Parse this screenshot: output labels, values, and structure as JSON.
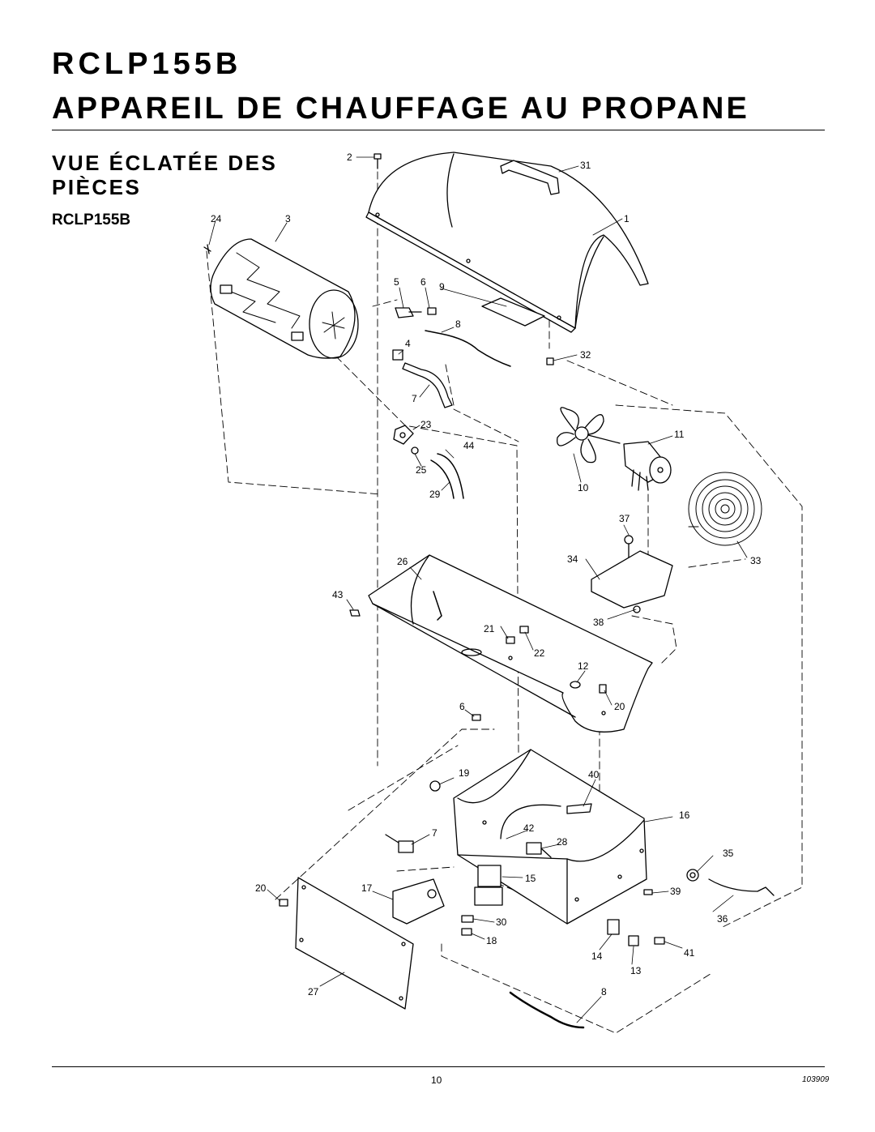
{
  "header": {
    "model": "RCLP155B",
    "title": "APPAREIL DE CHAUFFAGE AU PROPANE"
  },
  "section": {
    "title_line1": "VUE ÉCLATÉE DES",
    "title_line2": "PIÈCES",
    "model_label": "RCLP155B"
  },
  "parts": {
    "p2": "2",
    "p31": "31",
    "p24": "24",
    "p3": "3",
    "p1": "1",
    "p5": "5",
    "p6a": "6",
    "p9": "9",
    "p8a": "8",
    "p4": "4",
    "p32": "32",
    "p7a": "7",
    "p23": "23",
    "p44": "44",
    "p25": "25",
    "p29": "29",
    "p11": "11",
    "p10": "10",
    "p37": "37",
    "p26": "26",
    "p34": "34",
    "p33": "33",
    "p43": "43",
    "p38": "38",
    "p21": "21",
    "p22": "22",
    "p12": "12",
    "p6b": "6",
    "p20a": "20",
    "p19": "19",
    "p40": "40",
    "p16": "16",
    "p7b": "7",
    "p42": "42",
    "p28": "28",
    "p35": "35",
    "p15": "15",
    "p20b": "20",
    "p17": "17",
    "p39": "39",
    "p30": "30",
    "p36": "36",
    "p18": "18",
    "p14": "14",
    "p41": "41",
    "p13": "13",
    "p27": "27",
    "p8b": "8"
  },
  "footer": {
    "page_number": "10",
    "doc_code": "103909"
  }
}
